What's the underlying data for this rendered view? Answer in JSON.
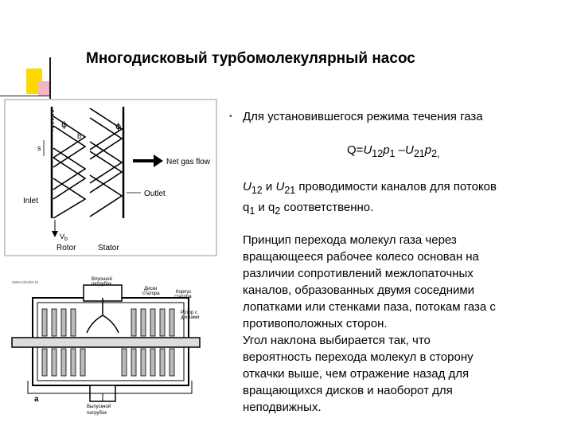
{
  "slide": {
    "title": "Многодисковый турбомолекулярный насос"
  },
  "figure1": {
    "label_phi_left": "ϕ",
    "label_phi_right": "ϕ",
    "label_b": "b",
    "label_s": "s",
    "label_net_gas_flow": "Net gas flow",
    "label_inlet": "Inlet",
    "label_outlet": "Outlet",
    "label_vb": "V",
    "label_vb_sub": "b",
    "label_rotor": "Rotor",
    "label_stator": "Stator"
  },
  "figure2": {
    "watermark": "www.ockeks.ru",
    "label_inlet_1": "Впускной",
    "label_inlet_2": "патрубок",
    "label_discs_1": "Диски",
    "label_discs_2": "статора",
    "label_body_1": "Корпус",
    "label_body_2": "статора",
    "label_rotor_1": "Ротор с",
    "label_rotor_2": "дисками",
    "label_outlet_1": "Выпускной",
    "label_outlet_2": "патрубок",
    "label_a": "а"
  },
  "content": {
    "bullet": "•",
    "para1": "Для установившегося режима течения газа",
    "formula": {
      "q": "Q=",
      "u12": "U",
      "u12_sub": "12",
      "p1": "p",
      "p1_sub": "1",
      "minus": " –",
      "u21": "U",
      "u21_sub": "21",
      "p2": "p",
      "p2_sub": "2,"
    },
    "para2": {
      "u12": "U",
      "u12_sub": "12",
      "and": " и  ",
      "u21": "U",
      "u21_sub": "21",
      "rest": " проводимости каналов для потоков",
      "q1": "q",
      "q1_sub": "1",
      "and2": " и q",
      "q2_sub": "2",
      "end": " соответственно."
    },
    "para3_lines": [
      "Принцип перехода молекул газа через",
      "вращающееся рабочее колесо основан на",
      "различии сопротивлений межлопаточных",
      "каналов, образованных двумя соседними",
      "лопатками или стенками паза, потокам газа с",
      "противоположных сторон.",
      "Угол наклона выбирается так, что",
      "вероятность перехода молекул в сторону",
      "откачки выше, чем отражение назад для",
      "вращающихся дисков и наоборот для",
      "неподвижных."
    ]
  }
}
